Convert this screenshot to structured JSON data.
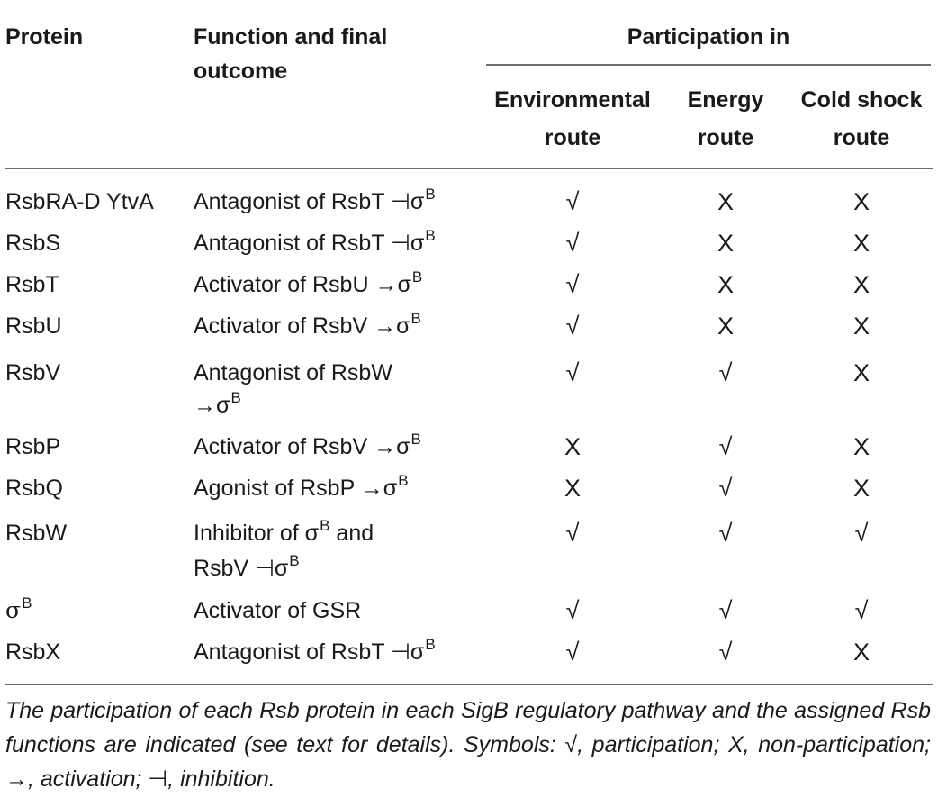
{
  "header": {
    "protein": "Protein",
    "function_line1": "Function and final",
    "function_line2": "outcome",
    "participation": "Participation in",
    "environmental_line1": "Environmental",
    "environmental_line2": "route",
    "energy_line1": "Energy",
    "energy_line2": "route",
    "cold_line1": "Cold shock",
    "cold_line2": "route"
  },
  "rows": [
    {
      "protein": "RsbRA-D YtvA",
      "function": [
        "Antagonist of RsbT ⊣σ"
      ],
      "fsup": [
        "B"
      ],
      "env": "√",
      "energy": "X",
      "cold": "X"
    },
    {
      "protein": "RsbS",
      "function": [
        "Antagonist of RsbT ⊣σ"
      ],
      "fsup": [
        "B"
      ],
      "env": "√",
      "energy": "X",
      "cold": "X"
    },
    {
      "protein": "RsbT",
      "function": [
        "Activator of RsbU →σ"
      ],
      "fsup": [
        "B"
      ],
      "env": "√",
      "energy": "X",
      "cold": "X"
    },
    {
      "protein": "RsbU",
      "function": [
        "Activator of RsbV →σ"
      ],
      "fsup": [
        "B"
      ],
      "env": "√",
      "energy": "X",
      "cold": "X"
    },
    {
      "protein": "RsbV",
      "function": [
        "Antagonist of RsbW",
        "→σ"
      ],
      "fsup": [
        "",
        "B"
      ],
      "env": "√",
      "energy": "√",
      "cold": "X"
    },
    {
      "protein": "RsbP",
      "function": [
        "Activator of RsbV →σ"
      ],
      "fsup": [
        "B"
      ],
      "env": "X",
      "energy": "√",
      "cold": "X"
    },
    {
      "protein": "RsbQ",
      "function": [
        "Agonist of RsbP →σ"
      ],
      "fsup": [
        "B"
      ],
      "env": "X",
      "energy": "√",
      "cold": "X"
    },
    {
      "protein": "RsbW",
      "function": [
        "Inhibitor of σ",
        "RsbV ⊣σ"
      ],
      "fsup": [
        "B and",
        "B"
      ],
      "env": "√",
      "energy": "√",
      "cold": "√"
    },
    {
      "protein": "σ",
      "psup": "B",
      "function": [
        "Activator of GSR"
      ],
      "fsup": [
        ""
      ],
      "env": "√",
      "energy": "√",
      "cold": "√"
    },
    {
      "protein": "RsbX",
      "function": [
        "Antagonist of RsbT ⊣σ"
      ],
      "fsup": [
        "B"
      ],
      "env": "√",
      "energy": "√",
      "cold": "X"
    }
  ],
  "footnote": "The participation of each Rsb protein in each SigB regulatory pathway and the assigned Rsb functions are indicated (see text for details). Symbols: √, participation; X, non-participation; →, activation; ⊣, inhibition."
}
